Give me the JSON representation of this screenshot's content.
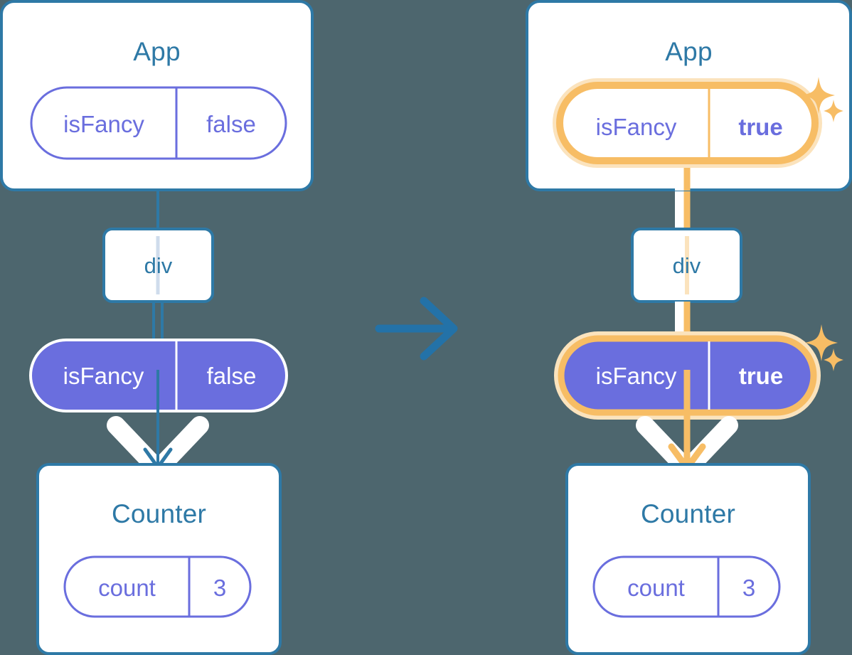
{
  "diagram": {
    "title": "React state lifting diagram",
    "background_color": "#4d666e",
    "transition_arrow": "right-arrow"
  },
  "colors": {
    "background": "#4d666e",
    "box_border_blue": "#2e79a6",
    "box_fill": "#ffffff",
    "pill_purple": "#6a6ede",
    "pill_outline_purple": "#6a6ede",
    "text_white": "#ffffff",
    "highlight_amber": "#f7bd65",
    "highlight_glow": "#fbe3bd",
    "arrow_white": "#ffffff"
  },
  "before": {
    "app": {
      "title": "App",
      "state_pill": {
        "key": "isFancy",
        "value": "false",
        "style": "outline",
        "highlighted": false
      }
    },
    "div": {
      "label": "div"
    },
    "props_pill": {
      "key": "isFancy",
      "value": "false",
      "style": "solid",
      "highlighted": false
    },
    "counter": {
      "title": "Counter",
      "state_pill": {
        "key": "count",
        "value": "3",
        "style": "outline",
        "highlighted": false
      }
    }
  },
  "after": {
    "app": {
      "title": "App",
      "state_pill": {
        "key": "isFancy",
        "value": "true",
        "style": "outline",
        "highlighted": true,
        "sparkle": "sparkle-icon"
      }
    },
    "div": {
      "label": "div"
    },
    "props_pill": {
      "key": "isFancy",
      "value": "true",
      "style": "solid",
      "highlighted": true,
      "sparkle": "sparkle-icon"
    },
    "counter": {
      "title": "Counter",
      "state_pill": {
        "key": "count",
        "value": "3",
        "style": "outline",
        "highlighted": false
      }
    }
  }
}
